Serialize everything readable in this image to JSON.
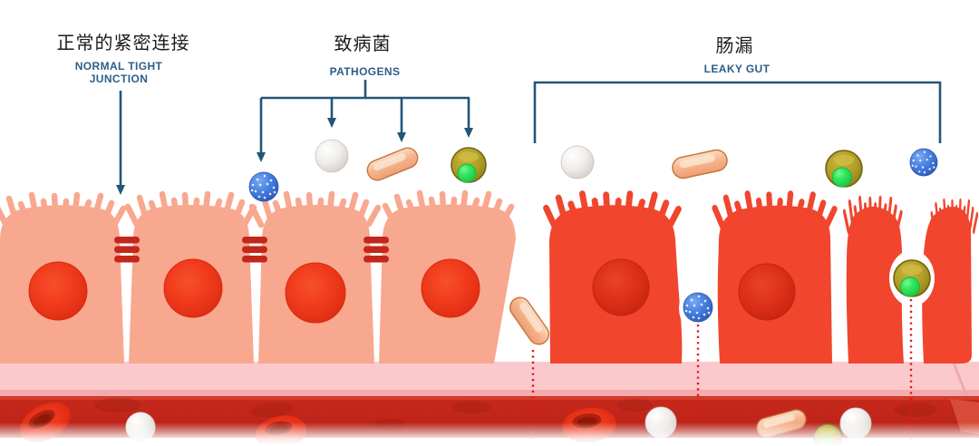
{
  "labels": {
    "normal_zh": "正常的紧密连接",
    "normal_en": "NORMAL TIGHT JUNCTION",
    "pathogens_zh": "致病菌",
    "pathogens_en": "PATHOGENS",
    "leaky_zh": "肠漏",
    "leaky_en": "LEAKY GUT"
  },
  "colors": {
    "label-black": "#1b1b1b",
    "label-navy": "#2b5e89",
    "line-navy": "#235578",
    "cell-healthy": "#f8a88f",
    "cell-inflamed": "#f1452e",
    "nucleus-red": "#ee3a1d",
    "tight-junction": "#c3271b",
    "membrane-pink": "#fbc9cc",
    "blood-red": "#c1251a",
    "rbc-red": "#e73217",
    "pathogen-blue": "#3d7ee0",
    "pathogen-white": "#f2f0ee",
    "pathogen-rod-orange": "#f5b28e",
    "pathogen-olive": "#b3a02b",
    "pathogen-green": "#2ee95c",
    "leak-dot-red": "#e01818"
  },
  "icons": {
    "virus": "blue-spiky-virus-icon",
    "microbe": "white-sphere-microbe-icon",
    "bacterium": "orange-rod-bacterium-icon",
    "yeast": "olive-yeast-cell-icon",
    "red_blood_cell": "red-blood-cell-icon"
  }
}
